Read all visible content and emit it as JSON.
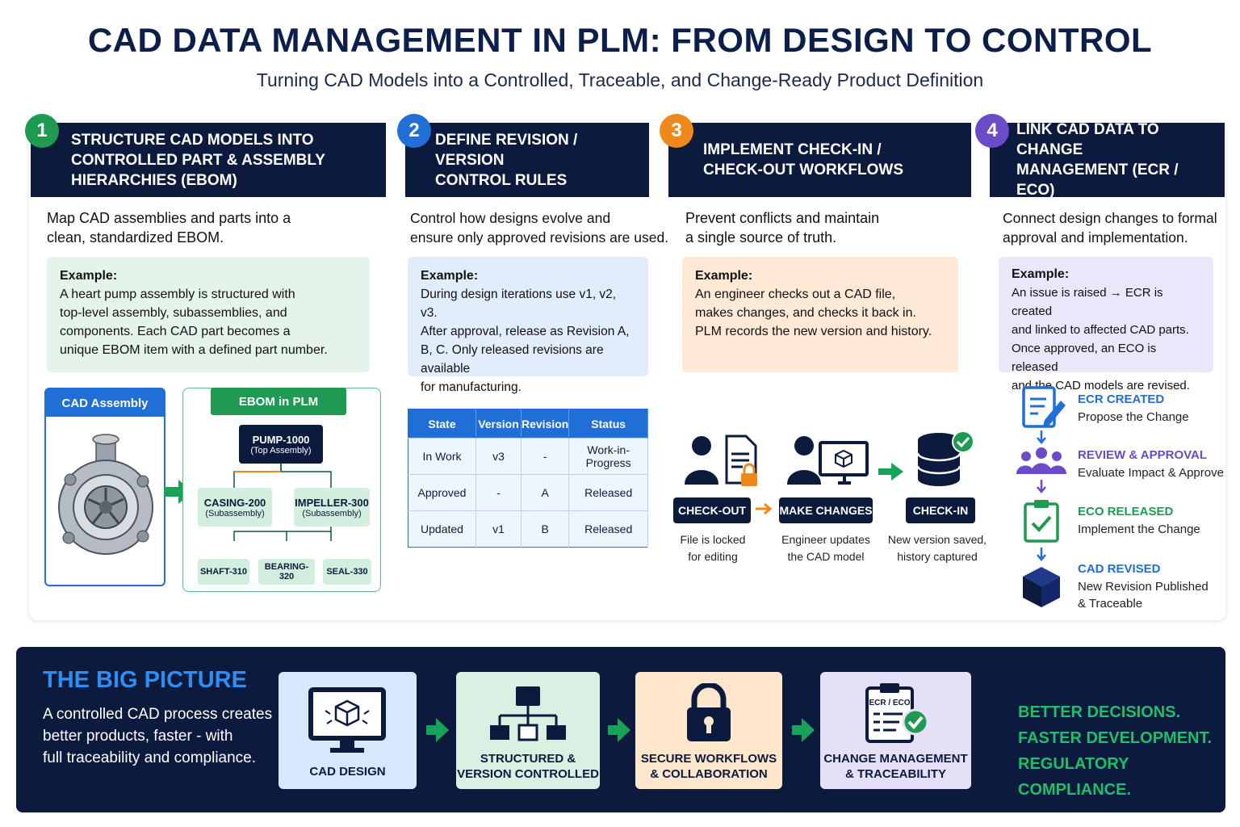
{
  "header": {
    "title": "CAD DATA MANAGEMENT IN PLM: FROM DESIGN TO CONTROL",
    "subtitle": "Turning CAD Models into a Controlled, Traceable, and Change-Ready Product Definition"
  },
  "steps": [
    {
      "number": "1",
      "color": "#1f9a52",
      "title": [
        "STRUCTURE CAD MODELS INTO",
        "CONTROLLED PART & ASSEMBLY",
        "HIERARCHIES (EBOM)"
      ],
      "description": [
        "Map CAD assemblies and parts into a",
        "clean, standardized EBOM."
      ],
      "example_label": "Example:",
      "example_lines": [
        "A heart pump assembly is structured with",
        "top-level assembly, subassemblies, and",
        "components. Each CAD part becomes a",
        "unique EBOM item with a defined part number."
      ]
    },
    {
      "number": "2",
      "color": "#1f6fd6",
      "title": [
        "DEFINE REVISION / VERSION",
        "CONTROL RULES"
      ],
      "description": [
        "Control how designs evolve and",
        "ensure only approved revisions are used."
      ],
      "example_label": "Example:",
      "example_lines": [
        "During design iterations use v1, v2, v3.",
        "After approval, release as Revision A,",
        "B, C. Only released revisions are available",
        "for manufacturing."
      ]
    },
    {
      "number": "3",
      "color": "#f0891c",
      "title": [
        "IMPLEMENT CHECK-IN /",
        "CHECK-OUT WORKFLOWS"
      ],
      "description": [
        "Prevent conflicts and maintain",
        "a single source of truth."
      ],
      "example_label": "Example:",
      "example_lines": [
        "An engineer checks out a CAD file,",
        "makes changes, and checks it back in.",
        "PLM records the new version and history."
      ]
    },
    {
      "number": "4",
      "color": "#6a4bc8",
      "title": [
        "LINK CAD DATA TO CHANGE",
        "MANAGEMENT (ECR / ECO)"
      ],
      "description": [
        "Connect design changes to formal",
        "approval and implementation."
      ],
      "example_label": "Example:",
      "example_lines": [
        "An issue is raised → ECR is created",
        "and linked to affected CAD parts.",
        "Once approved, an ECO is released",
        "and the CAD models are revised."
      ]
    }
  ],
  "ebom": {
    "cad_label": "CAD Assembly",
    "plm_label": "EBOM in PLM",
    "top": {
      "name": "PUMP-1000",
      "sub": "(Top Assembly)"
    },
    "subs": [
      {
        "name": "CASING-200",
        "sub": "(Subassembly)"
      },
      {
        "name": "IMPELLER-300",
        "sub": "(Subassembly)"
      }
    ],
    "parts": [
      "SHAFT-310",
      "BEARING-320",
      "SEAL-330"
    ]
  },
  "revision_table": {
    "headers": [
      "State",
      "Version",
      "Revision",
      "Status"
    ],
    "rows": [
      [
        "In Work",
        "v3",
        "-",
        "Work-in-Progress"
      ],
      [
        "Approved",
        "-",
        "A",
        "Released"
      ],
      [
        "Updated",
        "v1",
        "B",
        "Released"
      ]
    ]
  },
  "workflow": [
    {
      "label": "CHECK-OUT",
      "caption": [
        "File is locked",
        "for editing"
      ]
    },
    {
      "label": "MAKE CHANGES",
      "caption": [
        "Engineer updates",
        "the CAD model"
      ]
    },
    {
      "label": "CHECK-IN",
      "caption": [
        "New version saved,",
        "history captured"
      ]
    }
  ],
  "change_steps": [
    {
      "title": "ECR CREATED",
      "desc": [
        "Propose the Change"
      ],
      "color": "#1f6fd6",
      "icon": "form-edit-icon"
    },
    {
      "title": "REVIEW & APPROVAL",
      "desc": [
        "Evaluate Impact & Approve"
      ],
      "color": "#6a4bc8",
      "icon": "team-icon"
    },
    {
      "title": "ECO RELEASED",
      "desc": [
        "Implement the Change"
      ],
      "color": "#1f9a52",
      "icon": "clipboard-check-icon"
    },
    {
      "title": "CAD REVISED",
      "desc": [
        "New Revision Published",
        "& Traceable"
      ],
      "color": "#1f6fd6",
      "icon": "cube-icon"
    }
  ],
  "big_picture": {
    "title": "THE BIG PICTURE",
    "text": [
      "A controlled CAD process creates",
      "better products, faster - with",
      "full traceability and compliance."
    ],
    "boxes": [
      {
        "label": [
          "CAD DESIGN"
        ],
        "color": "#d6e8fb"
      },
      {
        "label": [
          "STRUCTURED &",
          "VERSION CONTROLLED"
        ],
        "color": "#d9f1e3"
      },
      {
        "label": [
          "SECURE WORKFLOWS",
          "& COLLABORATION"
        ],
        "color": "#fde6cc"
      },
      {
        "label": [
          "CHANGE MANAGEMENT",
          "& TRACEABILITY"
        ],
        "color": "#e6dff8"
      }
    ],
    "clipboard_text": "ECR / ECO",
    "benefits": [
      "BETTER DECISIONS.",
      "FASTER DEVELOPMENT.",
      "REGULATORY COMPLIANCE."
    ]
  }
}
